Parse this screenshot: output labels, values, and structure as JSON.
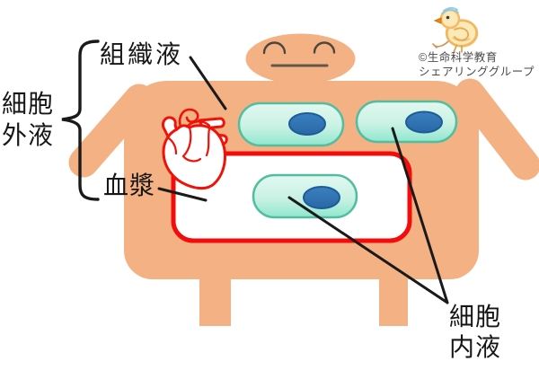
{
  "labels": {
    "tissue_fluid": "組織液",
    "extracellular_fluid": "細胞外液",
    "plasma": "血漿",
    "intracellular_fluid": "細胞内液"
  },
  "credit": {
    "line1": "©生命科学教育",
    "line2": "シェアリンググループ"
  },
  "icons": {
    "heart": "anatomical-heart-line-art",
    "mascot": "crayon-chick-doodle"
  },
  "colors": {
    "body_skin": "#f4b183",
    "cell_fill": "#c9f2e4",
    "cell_border": "#53bda0",
    "nucleus": "#2e74b5",
    "vessel_red": "#f40b0b",
    "heart_red": "#ee1209",
    "annotation_black": "#1a1a1a",
    "credit_gray": "#4a4a4a"
  }
}
